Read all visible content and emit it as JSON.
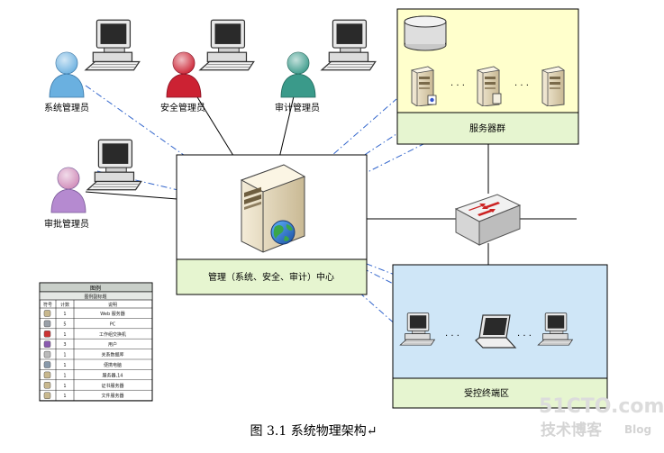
{
  "diagram": {
    "roles": {
      "sys_admin": "系统管理员",
      "sec_admin": "安全管理员",
      "audit_admin": "审计管理员",
      "approval_admin": "审批管理员"
    },
    "zones": {
      "server_group": "服务器群",
      "mgmt_center": "管理（系统、安全、审计）中心",
      "terminal_zone": "受控终端区"
    },
    "ellipsis": "· · ·",
    "caption": "图 3.1 系统物理架构↵",
    "legend": {
      "title": "图例",
      "subtitle": "图例副标题",
      "headers": [
        "符号",
        "计数",
        "说明"
      ],
      "rows": [
        {
          "count": "1",
          "desc": "Web 服务器"
        },
        {
          "count": "5",
          "desc": "PC"
        },
        {
          "count": "1",
          "desc": "工作组交换机"
        },
        {
          "count": "3",
          "desc": "用户"
        },
        {
          "count": "1",
          "desc": "关系数据库"
        },
        {
          "count": "1",
          "desc": "便携电脑"
        },
        {
          "count": "1",
          "desc": "服务器,14"
        },
        {
          "count": "1",
          "desc": "证书服务器"
        },
        {
          "count": "1",
          "desc": "文件服务器"
        }
      ]
    }
  },
  "watermark": {
    "line1": "51CTO.com",
    "line2": "技术博客",
    "line3": "Blog"
  },
  "colors": {
    "server_zone_fill": "#ffffcc",
    "label_band_fill": "#e6f5d0",
    "terminal_zone_fill": "#cfe6f7",
    "dashdot_line": "#3366cc",
    "user_blue": "#6ab0e0",
    "user_red": "#cc2233",
    "user_teal": "#3a9a8a",
    "user_purple": "#b58ad0"
  }
}
